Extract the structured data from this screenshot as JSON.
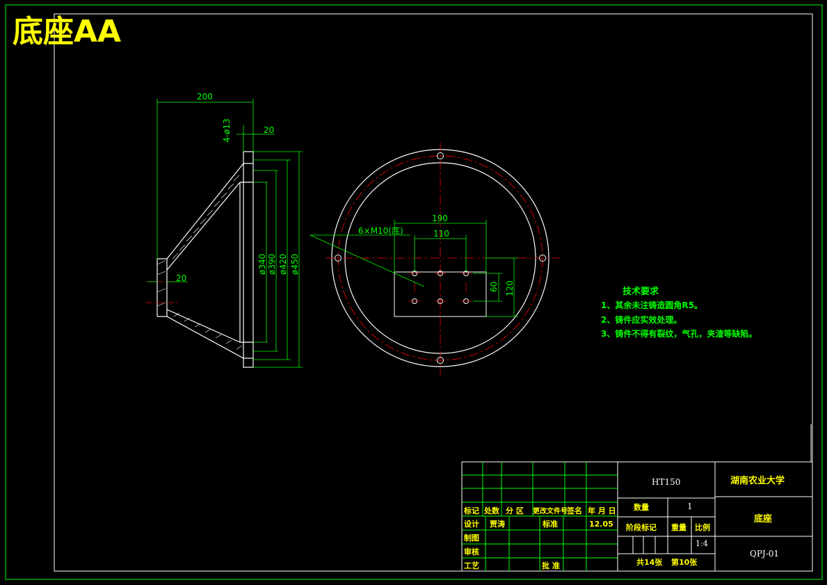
{
  "drawing_title": "底座AA",
  "side_view": {
    "dim_width": "200",
    "dim_holes": "4-ø13",
    "dim_flange": "20",
    "dim_bottom_flange": "20",
    "dia_340": "ø340",
    "dia_390": "ø390",
    "dia_420": "ø420",
    "dia_450": "ø450"
  },
  "top_view": {
    "dim_190": "190",
    "dim_110": "110",
    "hole_callout": "6×M10(底)",
    "dim_60": "60",
    "dim_120": "120"
  },
  "tech_notes": {
    "heading": "技术要求",
    "items": [
      "1、其余未注铸造圆角R5。",
      "2、铸件应实效处理。",
      "3、铸件不得有裂纹，气孔，夹渣等缺陷。"
    ]
  },
  "title_block": {
    "material": "HT150",
    "school": "湖南农业大学",
    "part_name": "底座",
    "drawing_no": "QPJ-01",
    "quantity_label": "数量",
    "quantity_value": "1",
    "stage_label": "阶段标记",
    "weight_label": "重量",
    "scale_label": "比例",
    "scale_value": "1:4",
    "sheets": "共14张",
    "sheet_no": "第10张",
    "col_headers": [
      "标记",
      "处数",
      "分 区",
      "更改文件号",
      "签名",
      "年 月 日"
    ],
    "design_label": "设计",
    "designer": "贾涛",
    "standard_label": "标准",
    "date": "12.05",
    "draw_label": "制图",
    "check_label": "审核",
    "process_label": "工艺",
    "approve_label": "批 准"
  },
  "colors": {
    "frame": "#00ff00",
    "lines": "#ffffff",
    "dimension": "#00ff00",
    "center_line": "#ff0000",
    "title_text": "#ffff00"
  }
}
